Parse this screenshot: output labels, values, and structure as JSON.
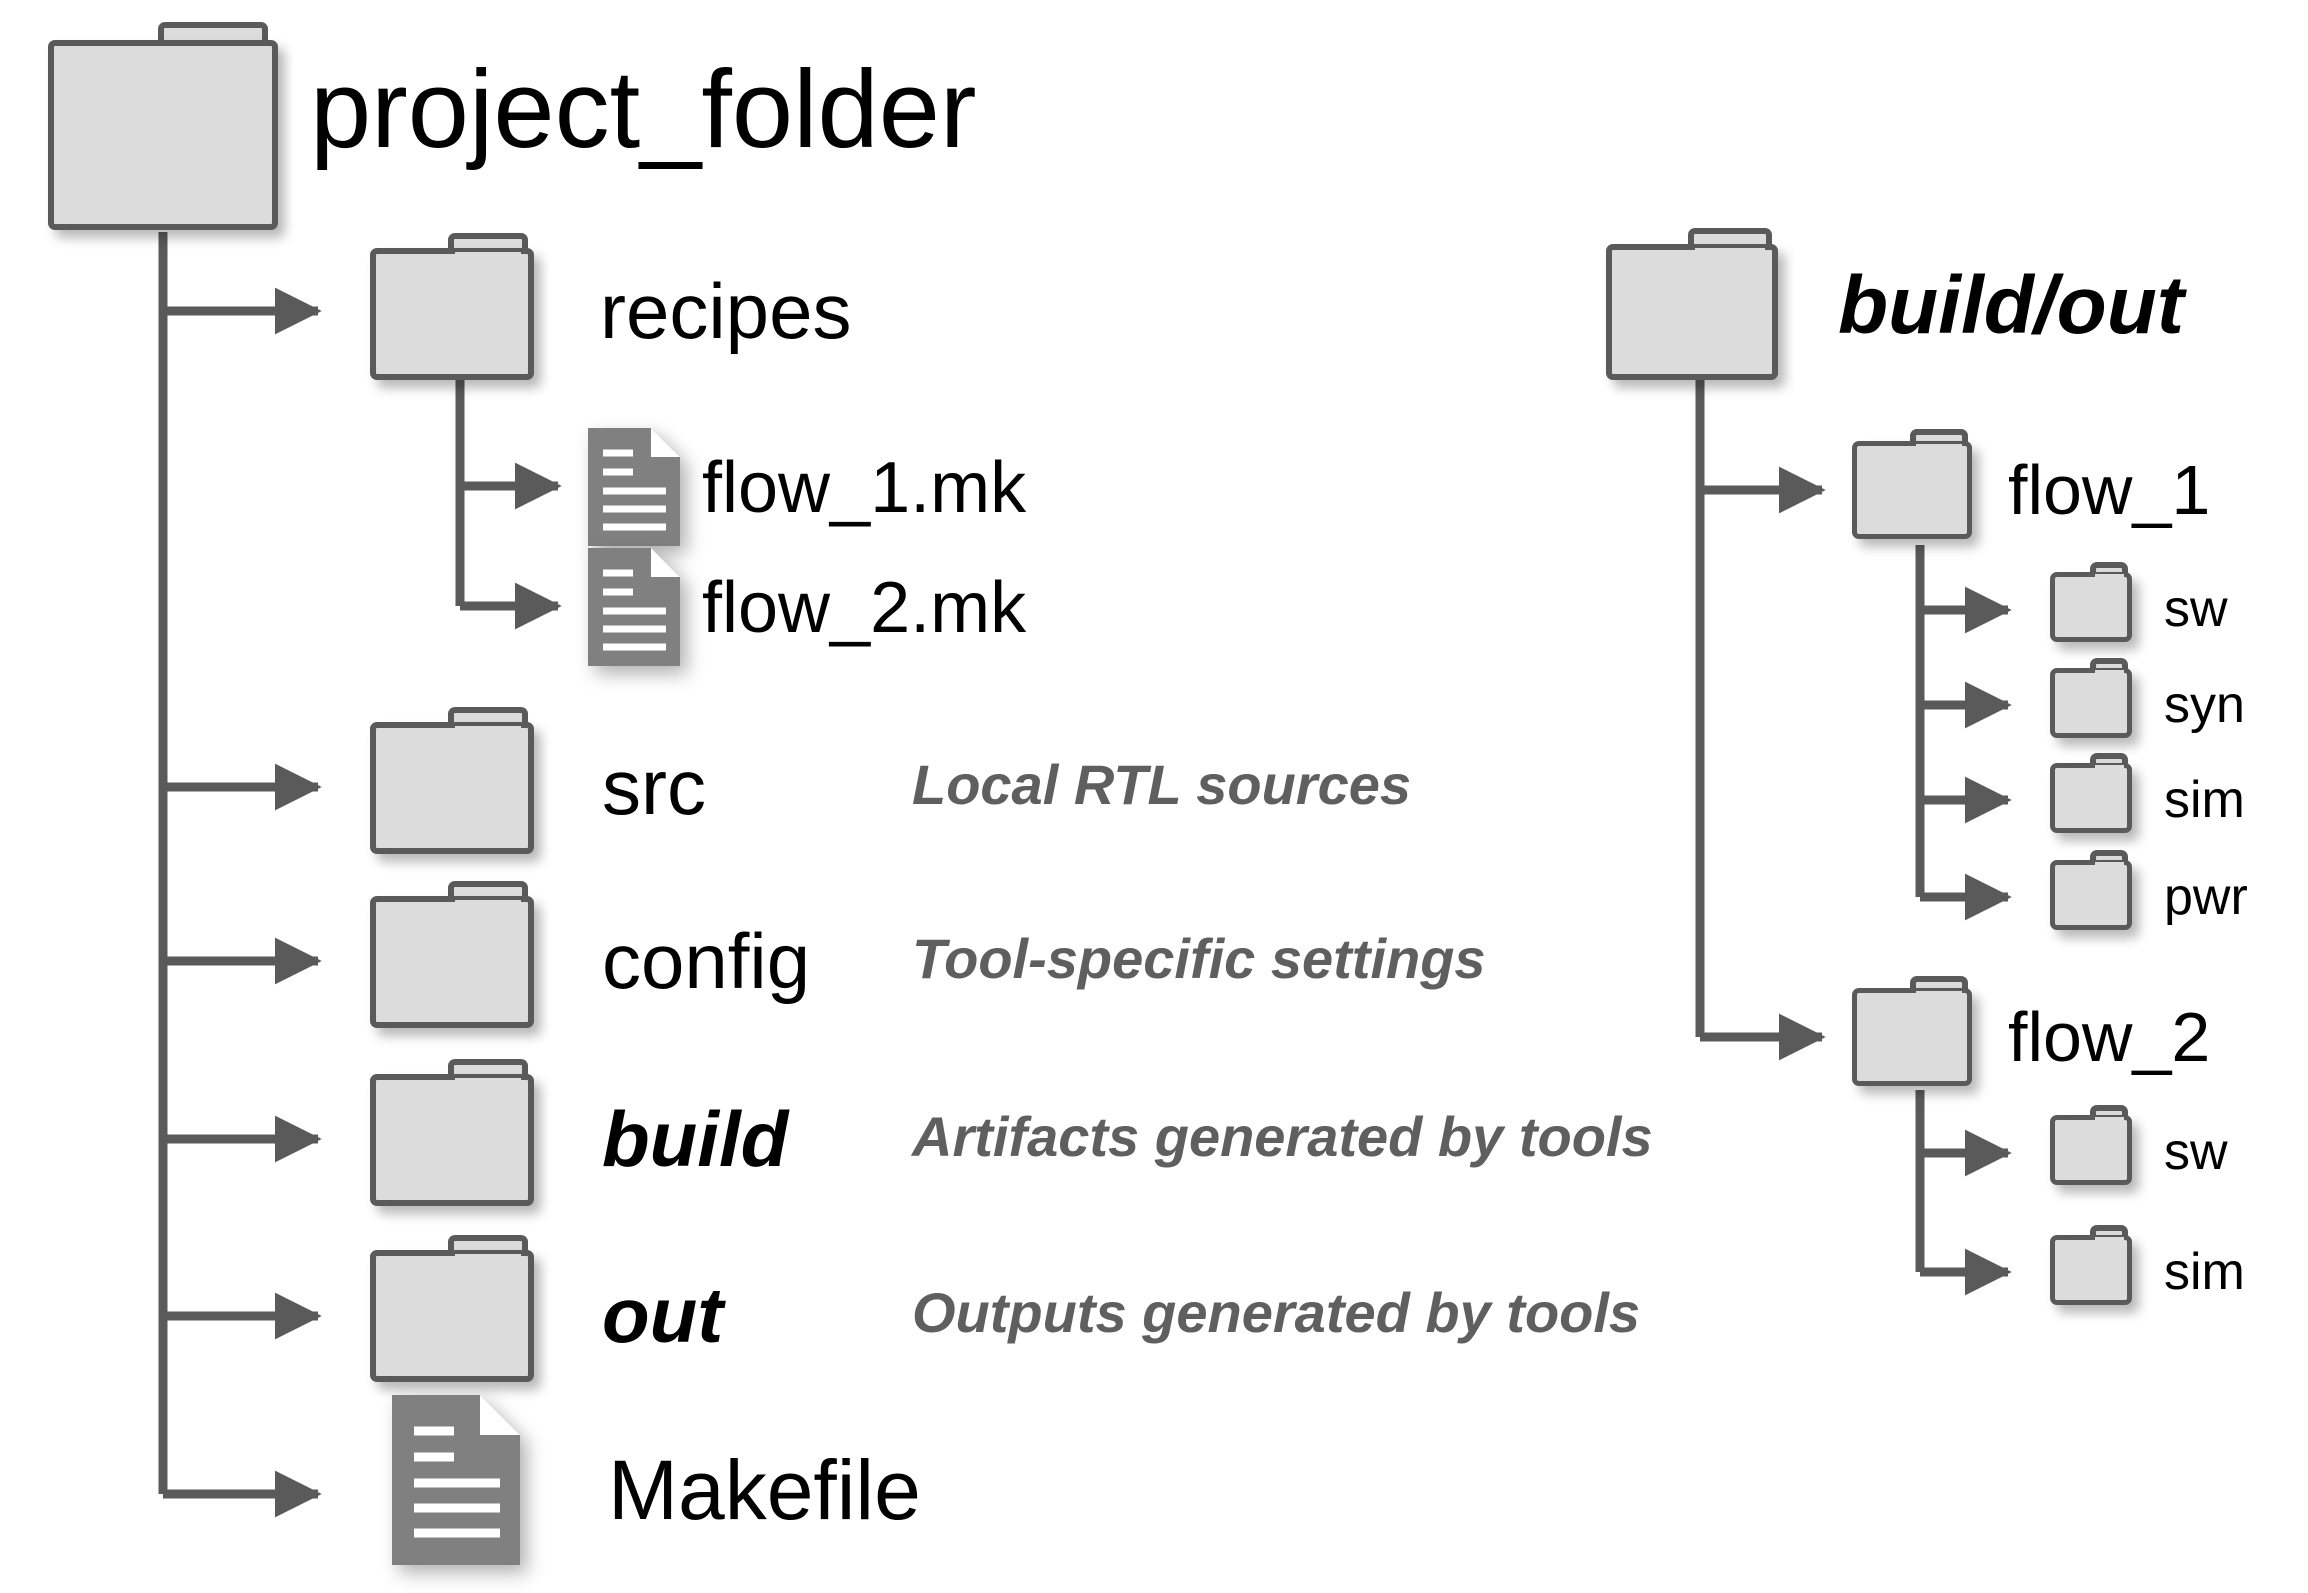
{
  "diagram": {
    "title_left": "project_folder",
    "title_right": "build/out",
    "icon_names": {
      "folder": "folder-icon",
      "file": "file-icon",
      "arrow": "arrow-icon"
    },
    "colors": {
      "folder_fill": "#dcdcdc",
      "folder_stroke": "#5a5a5a",
      "file_fill": "#808080",
      "file_line": "#ffffff",
      "connector": "#5a5a5a",
      "label": "#000000",
      "description": "#5f5f5f",
      "background": "#ffffff"
    }
  },
  "left_tree": {
    "root": {
      "label": "project_folder",
      "type": "folder",
      "style": "normal"
    },
    "children": [
      {
        "label": "recipes",
        "type": "folder",
        "style": "normal",
        "description": "",
        "children": [
          {
            "label": "flow_1.mk",
            "type": "file",
            "style": "normal",
            "description": ""
          },
          {
            "label": "flow_2.mk",
            "type": "file",
            "style": "normal",
            "description": ""
          }
        ]
      },
      {
        "label": "src",
        "type": "folder",
        "style": "normal",
        "description": "Local RTL sources"
      },
      {
        "label": "config",
        "type": "folder",
        "style": "normal",
        "description": "Tool-specific settings"
      },
      {
        "label": "build",
        "type": "folder",
        "style": "italic",
        "description": "Artifacts generated by tools"
      },
      {
        "label": "out",
        "type": "folder",
        "style": "italic",
        "description": "Outputs generated by tools"
      },
      {
        "label": "Makefile",
        "type": "file",
        "style": "normal",
        "description": ""
      }
    ]
  },
  "right_tree": {
    "root": {
      "label": "build/out",
      "type": "folder",
      "style": "italic"
    },
    "children": [
      {
        "label": "flow_1",
        "type": "folder",
        "style": "normal",
        "children": [
          {
            "label": "sw",
            "type": "folder"
          },
          {
            "label": "syn",
            "type": "folder"
          },
          {
            "label": "sim",
            "type": "folder"
          },
          {
            "label": "pwr",
            "type": "folder"
          }
        ]
      },
      {
        "label": "flow_2",
        "type": "folder",
        "style": "normal",
        "children": [
          {
            "label": "sw",
            "type": "folder"
          },
          {
            "label": "sim",
            "type": "folder"
          }
        ]
      }
    ]
  }
}
